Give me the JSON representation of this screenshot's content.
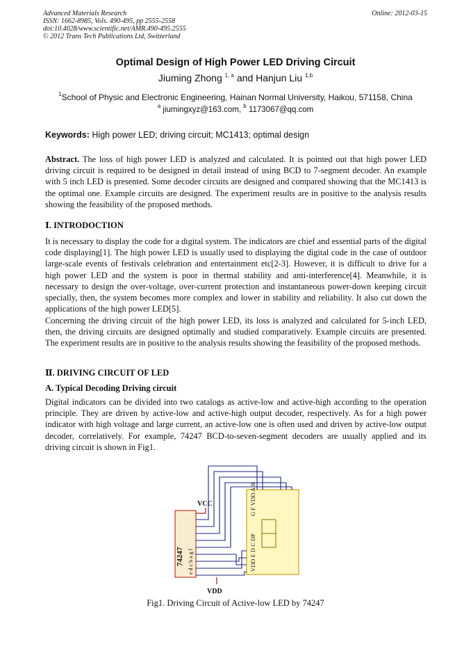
{
  "header": {
    "journal": "Advanced Materials Research",
    "issn": "ISSN: 1662-8985, Vols. 490-495, pp 2555-2558",
    "doi": "doi:10.4028/www.scientific.net/AMR.490-495.2555",
    "copyright": "© 2012 Trans Tech Publications Ltd, Switzerland",
    "online": "Online: 2012-03-15"
  },
  "paper": {
    "title": "Optimal Design of High Power LED Driving Circuit",
    "author1": "Jiuming Zhong",
    "author1_sup": "1, a",
    "and": "and",
    "author2": "Hanjun Liu",
    "author2_sup": "1,b",
    "affiliation_sup": "1",
    "affiliation": "School of Physic and Electronic Engineering, Hainan Normal University, Haikou, 571158, China",
    "email_a_sup": "a",
    "email_a": "jiumingxyz@163.com,",
    "email_b_sup": "b",
    "email_b": "1173067@qq.com",
    "keywords_label": "Keywords:",
    "keywords": "High power LED; driving circuit; MC1413; optimal design",
    "abstract_label": "Abstract.",
    "abstract": "The loss of high power LED is analyzed and calculated. It is pointed out that high power LED driving circuit is required to be designed in detail instead of using BCD to 7-segment decoder. An example with 5 inch LED is presented. Some decoder circuits are designed and compared showing that the MC1413 is the optimal one. Example circuits are designed. The experiment results are in positive to the analysis results showing the feasibility of the proposed methods.",
    "section1_heading": "Ⅰ. INTRODOCTION",
    "intro_p1": "It is necessary to display the code for a digital system. The indicators are chief and essential parts of the digital code displaying[1]. The high power LED is usually used to displaying the digital code in the case of outdoor large-scale events of festivals celebration and entertainment etc[2-3]. However, it is difficult to drive for a high power LED and the system is poor in thermal stability and anti-interference[4]. Meanwhile, it is necessary to design the over-voltage, over-current protection and instantaneous power-down keeping circuit specially, then, the system becomes more complex and lower in stability and reliability. It also cut down the applications of the high power LED[5].",
    "intro_p2": "Concerning the driving circuit of the high power LED, its loss is analyzed and calculated for 5-inch LED, then, the driving circuits are designed optimally and studied comparatively. Example circuits are presented. The experiment results are in positive to the analysis results showing the feasibility of the proposed methods.",
    "section2_heading": "Ⅱ. DRIVING CIRCUIT OF LED",
    "subsection_a": "A. Typical Decoding Driving circuit",
    "driving_p1": "Digital indicators can be divided into two catalogs as active-low and active-high according to the operation principle. They are driven by active-low and active-high output decoder, respectively. As for a high power indicator with high voltage and large current, an active-low one is often used and driven by active-low output decoder, correlatively. For example, 74247 BCD-to-seven-segment decoders are usually applied and its driving circuit is shown in Fig1.",
    "figure_caption": "Fig1. Driving Circuit of Active-low LED by 74247"
  },
  "figure": {
    "vcc_label": "VCC",
    "vdd_label": "VDD",
    "chip_label": "74247",
    "chip_pins": "e  d c b a g f",
    "led_top_pins": "G F VDD A B",
    "led_bottom_pins": "VDD E D C DP",
    "chip_color": "#f8edcf",
    "chip_border": "#c0392b",
    "led_color": "#fff6c0",
    "led_border": "#d4a017",
    "wire_color": "#1a237e",
    "supply_color": "#a31515"
  }
}
